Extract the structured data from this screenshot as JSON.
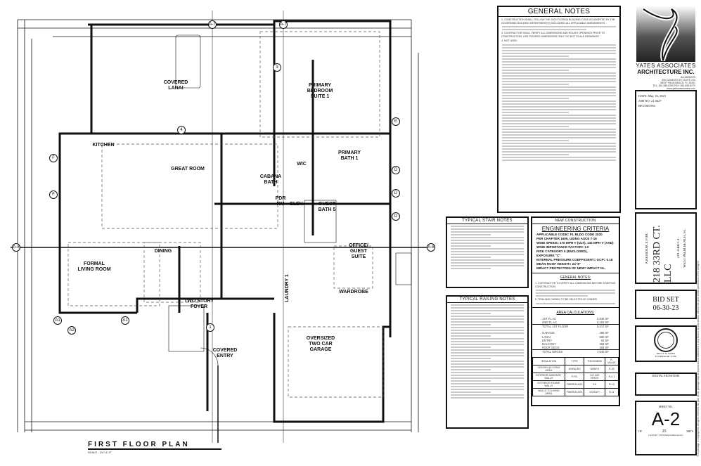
{
  "plan": {
    "title": "FIRST FLOOR PLAN",
    "scale": "SCALE : 1/4\"=1'-0\"",
    "section_markers": [
      "A-7",
      "A-7",
      "A-8",
      "A-8"
    ],
    "grid_bubbles": [
      "E",
      "D",
      "D",
      "D",
      "F",
      "F",
      "A1",
      "A2",
      "A1",
      "1",
      "3",
      "4"
    ],
    "rooms": {
      "lanai": "COVERED\nLANAI",
      "primary_bedroom": "PRIMARY\nBEDROOM\nSUITE 1",
      "kitchen": "KITCHEN",
      "great_room": "GREAT ROOM",
      "wic": "WIC",
      "primary_bath": "PRIMARY\nBATH 1",
      "cabana_bath": "CABANA\nBATH",
      "pdr": "PDR\nRM",
      "elev": "ELEV.",
      "guest_bath": "GUEST\nBATH 5",
      "dining": "DINING",
      "living": "FORMAL\nLIVING ROOM",
      "office": "OFFICE/\nGUEST\nSUITE",
      "wardrobe": "WARDROBE",
      "laundry": "LAUNDRY 1",
      "foyer": "TWO STORY\nFOYER",
      "entry": "COVERED\nENTRY",
      "garage": "OVERSIZED\nTWO CAR\nGARAGE"
    }
  },
  "general_notes": {
    "title": "GENERAL NOTES",
    "items": [
      "1. CONSTRUCTION SHALL FOLLOW THE 2020 FLORIDA BUILDING CODE AS ADOPTED BY THE GOVERNING BUILDING DEPARTMENT(S) INCLUDING ALL APPLICABLE AMENDMENTS.",
      "3. CONTRACTOR SHALL VERIFY ALL DIMENSIONS AND ROUGH OPENINGS PRIOR TO CONSTRUCTION. USE FIGURED DIMENSIONS ONLY. DO NOT SCALE DRAWINGS.",
      "4. NOT USED"
    ]
  },
  "stair_notes": {
    "title": "TYPICAL STAIR NOTES"
  },
  "railing_notes": {
    "title": "TYPICAL RAILING NOTES"
  },
  "engineering": {
    "header": "NEW CONSTRUCTION",
    "title": "ENGINEERING CRITERIA",
    "lines": [
      "APPLICABLE CODE= FL BLDG CODE 2020",
      "PER CHAPTER 1609, USING ASCE 7-16",
      "WIND SPEED= 170 MPH V (ULT), 132 MPH V (ASD)",
      "WIND IMPORTANCE FACTOR= 1.0",
      "RISK CATEGORY II (ENCLOSED),",
      "EXPOSURE \"C\"",
      "INTERNAL PRESSURE COEFFICIENT= GCP= 0.18",
      "MEAN ROOF HEIGHT= 24'-8\"",
      "IMPACT PROTECTION OF NEW= IMPACT GL."
    ]
  },
  "general_notes_2": {
    "title": "GENERAL NOTES:",
    "items": [
      "1. CONTRACTOR TO VERIFY ALL DIMENSIONS BEFORE STARTING CONSTRUCTION",
      "5. TRIM AND CASING TO BE SELECTED BY OWNER"
    ]
  },
  "area": {
    "title": "AREA CALCULATIONS:",
    "rows": [
      [
        "1ST FL AC",
        "2,836 SF"
      ],
      [
        "2ND FL AC",
        "2,181 SF"
      ],
      [
        "TOTAL 1ST FLOOR",
        "5,017 SF"
      ],
      [
        "GARAGE",
        "485 SF"
      ],
      [
        "LANAI",
        "685 SF"
      ],
      [
        "ENTRY",
        "62 SF"
      ],
      [
        "BALCONY",
        "484 SF"
      ],
      [
        "ROOF DECK",
        "484 SF"
      ],
      [
        "TOTAL GROSS",
        "7,040 SF"
      ]
    ]
  },
  "insulation": {
    "headers": [
      "INSULATION",
      "TYPE",
      "THICKNESS",
      "R-VALUE"
    ],
    "rows": [
      [
        "CEILING @ LIVING AREA",
        "UNFACED",
        "VARIES",
        "R-30"
      ],
      [
        "INTERIOR MASONRY WALLS",
        "F.F.B.",
        "3/4\" AIR SPACE",
        "R-4.1"
      ],
      [
        "EXTERIOR FRAME WALLS",
        "FIBERGLASS",
        "3.5",
        "R-13"
      ],
      [
        "WALLS TO LIVING AREA",
        "FIBERGLASS",
        "3.5 BATT",
        "R-11"
      ]
    ]
  },
  "title_block": {
    "firm_line1": "YATES ASSOCIATES",
    "firm_line2": "ARCHITECTURE INC.",
    "address": [
      "AA 26000675",
      "330 CLEMATIS ST, SUITE 210",
      "WEST PALM BEACH, FL 33401",
      "TEL: 561.655.8290 FAX: 561.655.8270",
      "www.yatesassociates.com"
    ],
    "date_label": "DATE:",
    "date": "May 16, 2023",
    "job_label": "JOB NO:",
    "job": "21.0427",
    "revisions_label": "REVISIONS:",
    "residence_for": "A RESIDENCE FOR:",
    "project": "218 33RD CT. LLC",
    "street": "218 33RD CT.",
    "city": "WEST PALM BEACH, FL",
    "bid_set": "BID SET",
    "bid_date": "06-30-23",
    "seal_name": "KELLY D. YATES",
    "seal_license": "FLORIDA AR 11706",
    "digital_signature": "DIGITAL SIGNATURE",
    "sheet_label": "SHEET NO.",
    "sheet": "A-2",
    "of": "OF",
    "total": "25",
    "shts": "SHTS",
    "copyright": "Copyright © 2023 Yates Architecture Inc.",
    "side_text": "This package is copyrighted. All rights reserved. No part of this package may be copied and or distributed in any form or by any means, without the prior written permission of the designer."
  },
  "colors": {
    "ink": "#111111",
    "shade": "#c8c8c8"
  }
}
